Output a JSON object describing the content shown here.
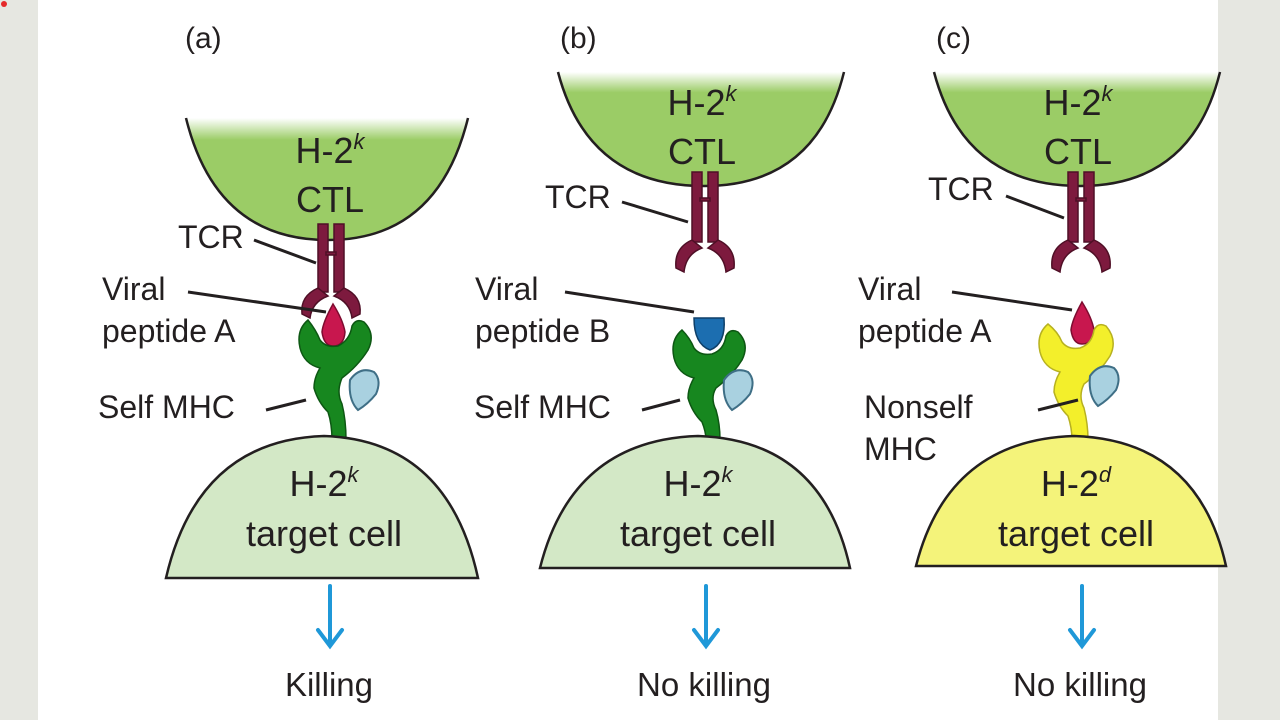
{
  "panels": [
    {
      "letter": "(a)",
      "ctl": {
        "line1": "H-2",
        "sup": "k",
        "line2": "CTL"
      },
      "tcr_label": "TCR",
      "peptide_label": [
        "Viral",
        "peptide A"
      ],
      "mhc_label": [
        "Self MHC"
      ],
      "target": {
        "line1": "H-2",
        "sup": "k",
        "line2": "target cell"
      },
      "outcome": "Killing",
      "colors": {
        "ctl": "#9bcc66",
        "target": "#d3e8c6",
        "mhc": "#17871f",
        "peptide": "#c8174e"
      }
    },
    {
      "letter": "(b)",
      "ctl": {
        "line1": "H-2",
        "sup": "k",
        "line2": "CTL"
      },
      "tcr_label": "TCR",
      "peptide_label": [
        "Viral",
        "peptide B"
      ],
      "mhc_label": [
        "Self MHC"
      ],
      "target": {
        "line1": "H-2",
        "sup": "k",
        "line2": "target cell"
      },
      "outcome": "No killing",
      "colors": {
        "ctl": "#9bcc66",
        "target": "#d3e8c6",
        "mhc": "#17871f",
        "peptide": "#1c6eb0"
      }
    },
    {
      "letter": "(c)",
      "ctl": {
        "line1": "H-2",
        "sup": "k",
        "line2": "CTL"
      },
      "tcr_label": "TCR",
      "peptide_label": [
        "Viral",
        "peptide A"
      ],
      "mhc_label": [
        "Nonself",
        "MHC"
      ],
      "target": {
        "line1": "H-2",
        "sup": "d",
        "line2": "target cell"
      },
      "outcome": "No killing",
      "colors": {
        "ctl": "#9bcc66",
        "target": "#f4f37a",
        "mhc": "#f3ef2b",
        "peptide": "#c8174e"
      }
    }
  ],
  "icons": {
    "tcr": "t-cell-receptor-icon",
    "mhc": "mhc-molecule-icon",
    "b2m": "beta2-microglobulin-icon",
    "peptide": "peptide-icon",
    "arrow": "down-arrow-icon"
  },
  "accent_red": "#e52a2a"
}
